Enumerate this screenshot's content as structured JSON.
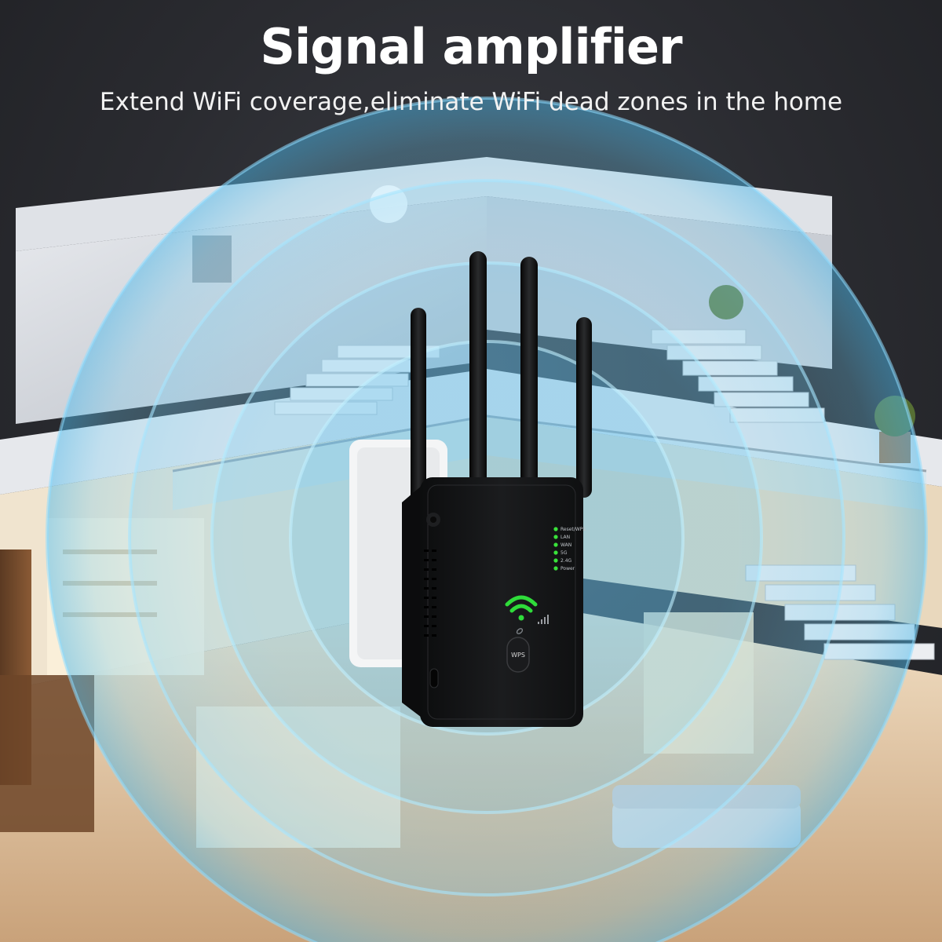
{
  "headline": "Signal amplifier",
  "subline": "Extend WiFi coverage,eliminate WiFi dead zones in the home",
  "device": {
    "indicators": [
      "Reset/WPS",
      "LAN",
      "WAN",
      "5G",
      "2.4G",
      "Power"
    ],
    "wps_button_label": "WPS"
  },
  "colors": {
    "background": "#2b2c30",
    "signal_waves": "#7fd3f5",
    "device_body": "#141516",
    "led_green": "#39e23a",
    "wifi_icon": "#2fdc3a"
  }
}
